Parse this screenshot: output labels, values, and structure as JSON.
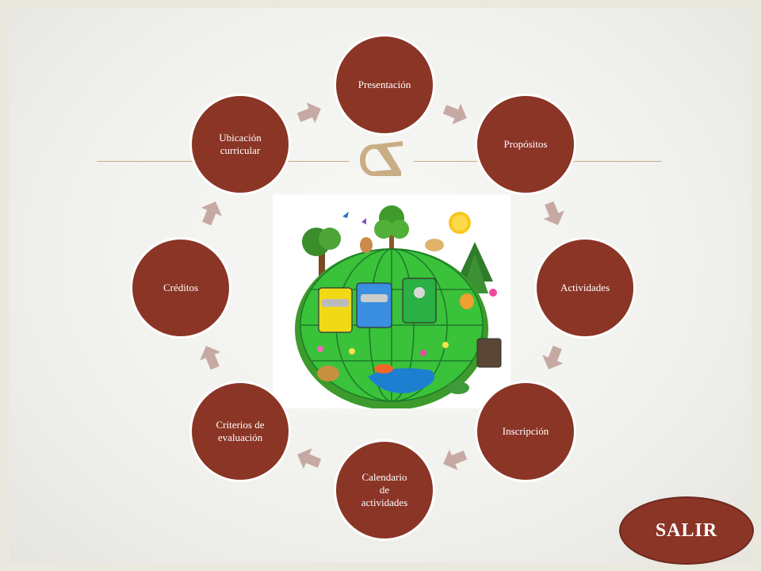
{
  "nodes": [
    {
      "id": "presentacion",
      "label": "Presentación"
    },
    {
      "id": "propositos",
      "label": "Propósitos"
    },
    {
      "id": "actividades",
      "label": "Actividades"
    },
    {
      "id": "inscripcion",
      "label": "Inscripción"
    },
    {
      "id": "calendario",
      "label": "Calendario\nde\nactividades"
    },
    {
      "id": "criterios",
      "label": "Criterios de\nevaluación"
    },
    {
      "id": "creditos",
      "label": "Créditos"
    },
    {
      "id": "ubicacion",
      "label": "Ubicación\ncurricular"
    }
  ],
  "exit_button": {
    "label": "SALIR"
  },
  "colors": {
    "node_fill": "#8b3526",
    "arrow_fill": "#c7a9a3",
    "rule": "#c9ad84",
    "background": "#ebe8df"
  },
  "icons": {
    "title_ornament": "ornament-glyph",
    "flow_arrow": "arrow-icon",
    "center_picture": "eco-globe-illustration"
  }
}
